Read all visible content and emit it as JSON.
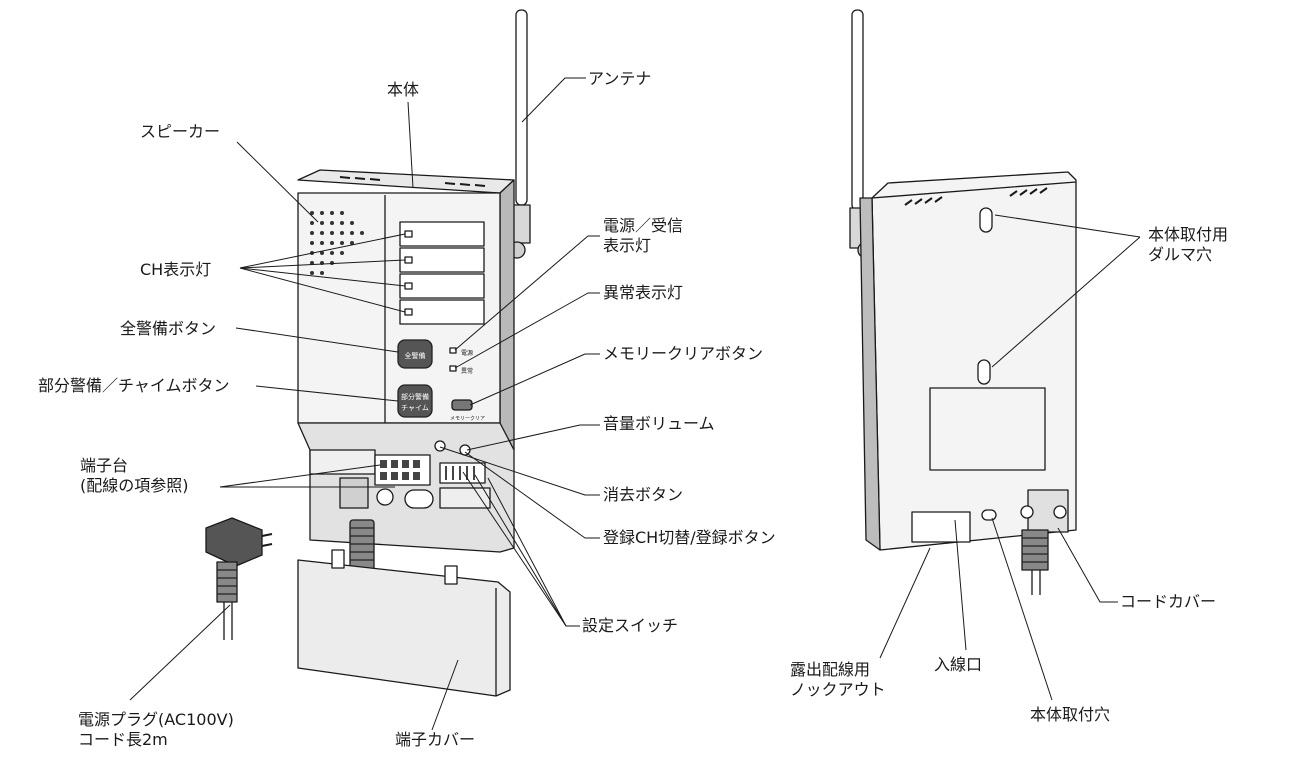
{
  "front_labels": {
    "main_body": "本体",
    "antenna": "アンテナ",
    "speaker": "スピーカー",
    "ch_indicator": "CH表示灯",
    "power_receive_indicator": [
      "電源／受信",
      "表示灯"
    ],
    "error_indicator": "異常表示灯",
    "full_alert_button": "全警備ボタン",
    "memory_clear_button": "メモリークリアボタン",
    "partial_alert_chime_button": "部分警備／チャイムボタン",
    "volume": "音量ボリューム",
    "terminal_block": [
      "端子台",
      "(配線の項参照)"
    ],
    "erase_button": "消去ボタン",
    "register_ch_button": "登録CH切替/登録ボタン",
    "setting_switch": "設定スイッチ",
    "power_plug": [
      "電源プラグ(AC100V)",
      "コード長2m"
    ],
    "terminal_cover": "端子カバー"
  },
  "back_labels": {
    "mount_keyhole": [
      "本体取付用",
      "ダルマ穴"
    ],
    "cord_cover": "コードカバー",
    "knockout": [
      "露出配線用",
      "ノックアウト"
    ],
    "wire_inlet": "入線口",
    "mount_hole": "本体取付穴"
  },
  "device_printing": {
    "full_alert_btn": "全警備",
    "partial_btn_line1": "部分警備",
    "partial_btn_line2": "チャイム",
    "power_led": "電源",
    "error_led": "異常",
    "memory_clear": "メモリークリア"
  }
}
